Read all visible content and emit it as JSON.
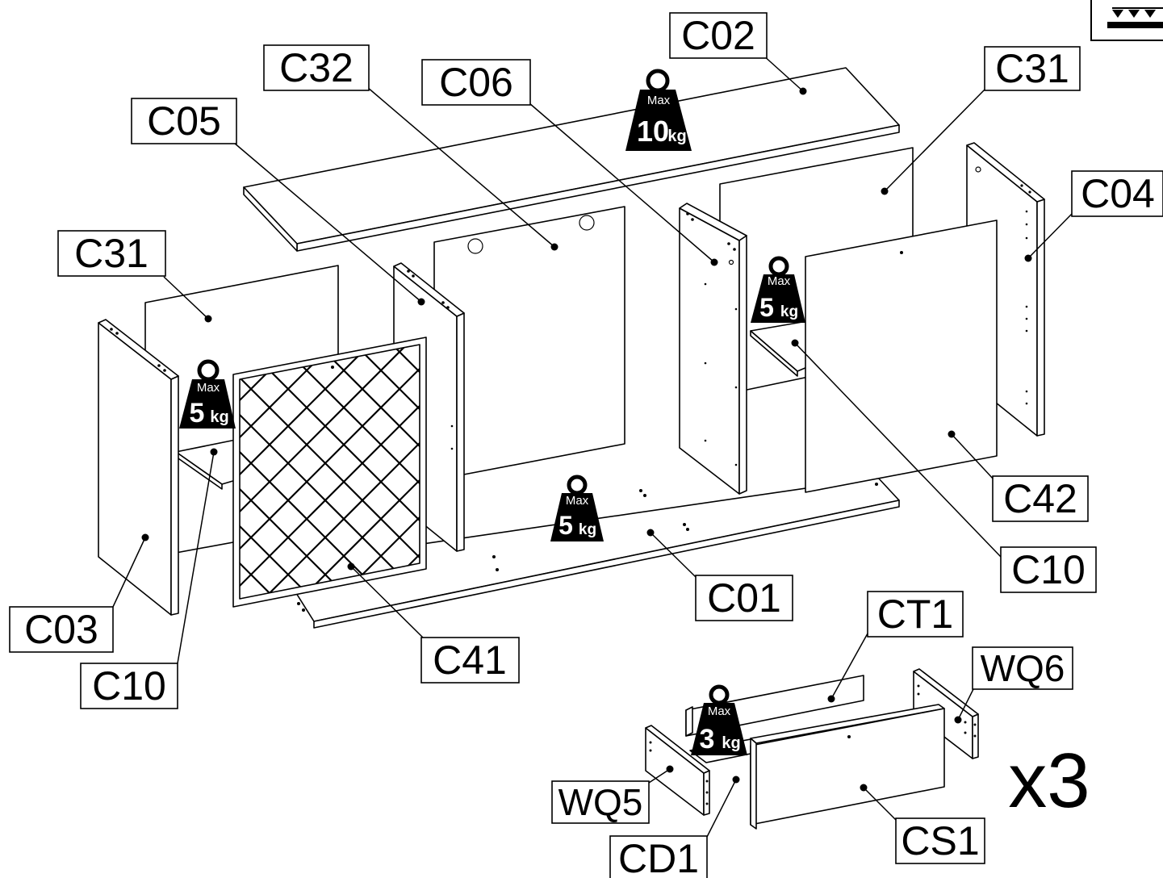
{
  "labels": {
    "c02": "C02",
    "c32": "C32",
    "c06": "C06",
    "c05": "C05",
    "c31_top": "C31",
    "c31_left": "C31",
    "c04": "C04",
    "c42": "C42",
    "c10_right": "C10",
    "c01": "C01",
    "c03": "C03",
    "c10_left": "C10",
    "c41": "C41",
    "ct1": "CT1",
    "wq6": "WQ6",
    "wq5": "WQ5",
    "cd1": "CD1",
    "cs1": "CS1"
  },
  "weights": {
    "top_shelf": {
      "max": "Max",
      "value": "10",
      "unit": "kg"
    },
    "left_shelf": {
      "max": "Max",
      "value": "5",
      "unit": "kg"
    },
    "right_shelf": {
      "max": "Max",
      "value": "5",
      "unit": "kg"
    },
    "bottom_shelf": {
      "max": "Max",
      "value": "5",
      "unit": "kg"
    },
    "drawer": {
      "max": "Max",
      "value": "3",
      "unit": "kg"
    }
  },
  "quantity": "x3",
  "icons": [
    "weight-limit-icon",
    "floor-fixing-icon"
  ]
}
